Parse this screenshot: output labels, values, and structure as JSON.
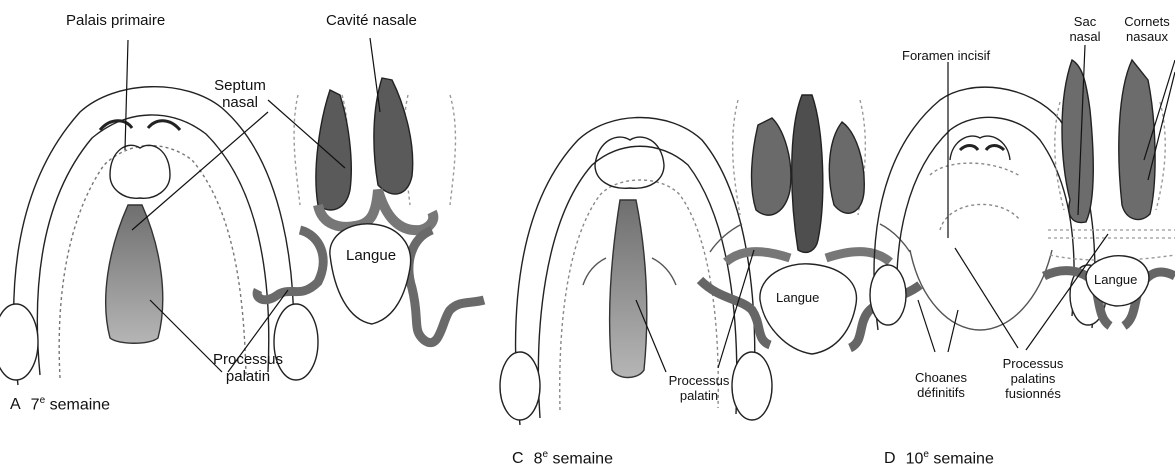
{
  "labels": {
    "palais_primaire": "Palais primaire",
    "cavite_nasale": "Cavité nasale",
    "septum_nasal_1": "Septum",
    "septum_nasal_2": "nasal",
    "langue_a": "Langue",
    "processus_palatin_a_1": "Processus",
    "processus_palatin_a_2": "palatin",
    "langue_c": "Langue",
    "processus_palatin_c_1": "Processus",
    "processus_palatin_c_2": "palatin",
    "foramen_incisif": "Foramen incisif",
    "sac_nasal_1": "Sac",
    "sac_nasal_2": "nasal",
    "cornets_nasaux_1": "Cornets",
    "cornets_nasaux_2": "nasaux",
    "langue_d": "Langue",
    "choanes_1": "Choanes",
    "choanes_2": "définitifs",
    "processus_palatins_1": "Processus",
    "processus_palatins_2": "palatins",
    "processus_palatins_3": "fusionnés"
  },
  "captions": {
    "a": {
      "letter": "A",
      "number": "7",
      "sup": "e",
      "word": "semaine"
    },
    "c": {
      "letter": "C",
      "number": "8",
      "sup": "e",
      "word": "semaine"
    },
    "d": {
      "letter": "D",
      "number": "10",
      "sup": "e",
      "word": "semaine"
    }
  }
}
